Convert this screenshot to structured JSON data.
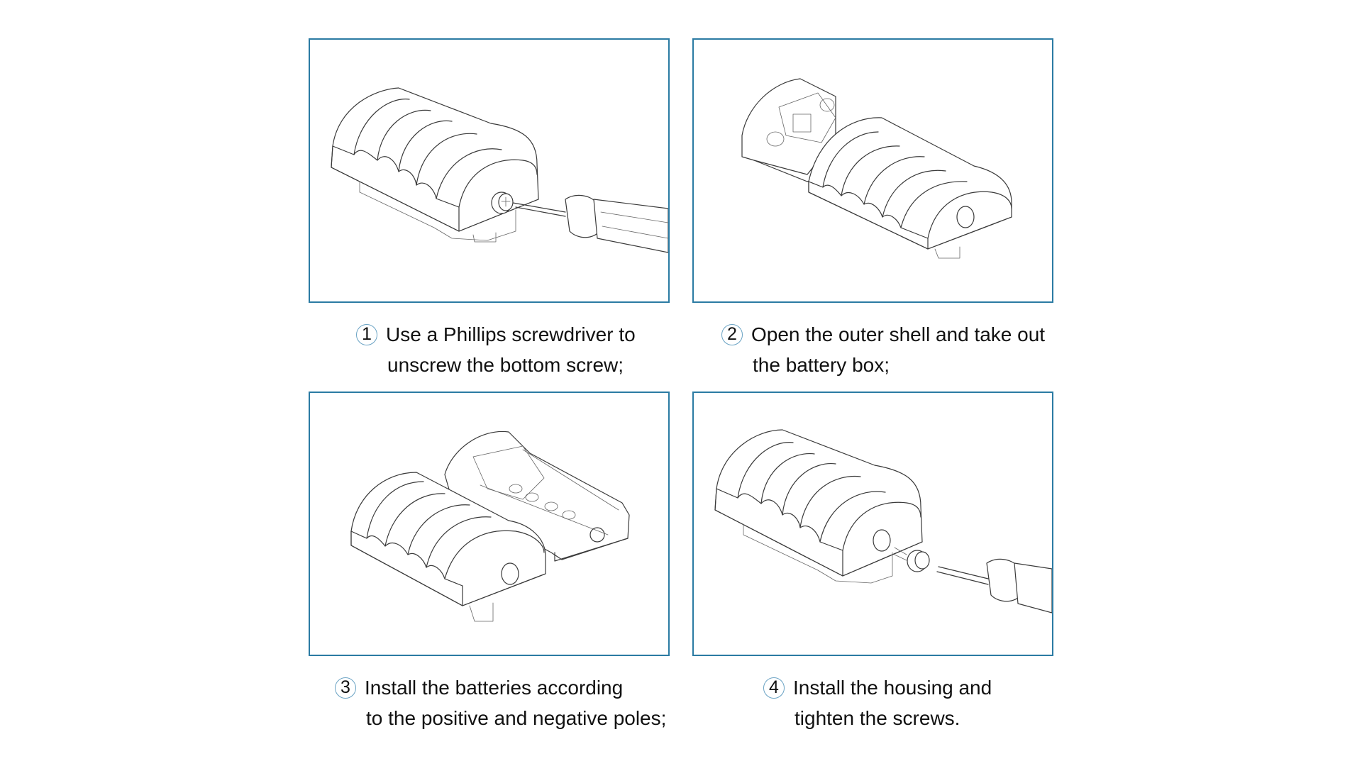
{
  "colors": {
    "frame": "#2b7ba3",
    "numeral_circle": "#6aa3c4",
    "text": "#111111",
    "line_art": "#3a3a3a"
  },
  "steps": [
    {
      "number": "1",
      "illustration": "screwdriver-removing-bottom-screw",
      "lines": [
        "Use a Phillips screwdriver to",
        "unscrew the bottom screw;"
      ]
    },
    {
      "number": "2",
      "illustration": "shell-opened-battery-box-out",
      "lines": [
        "Open the outer shell and take out",
        "the battery box;"
      ]
    },
    {
      "number": "3",
      "illustration": "batteries-installed-in-box",
      "lines": [
        "Install the batteries according",
        "to the positive and negative poles;"
      ]
    },
    {
      "number": "4",
      "illustration": "screwdriver-tightening-screw",
      "lines": [
        "Install the housing and",
        "tighten the screws."
      ]
    }
  ]
}
